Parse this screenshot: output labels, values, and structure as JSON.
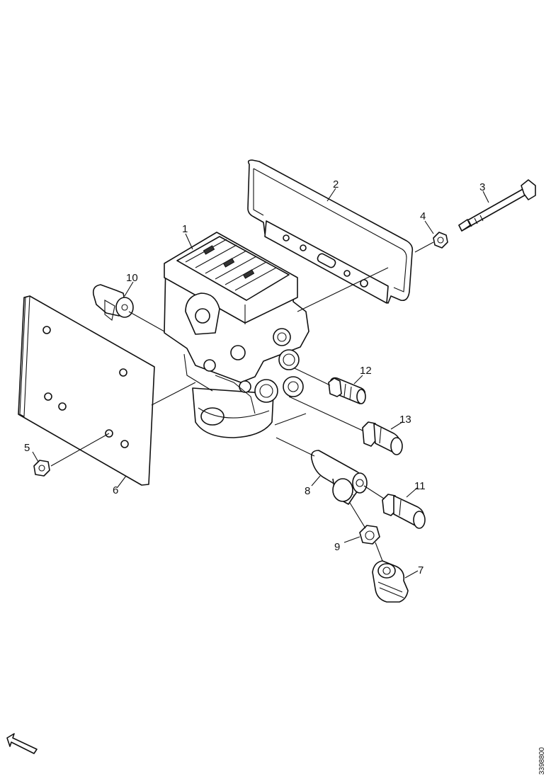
{
  "diagram": {
    "callouts": [
      {
        "id": "1",
        "text": "1"
      },
      {
        "id": "2",
        "text": "2"
      },
      {
        "id": "3",
        "text": "3"
      },
      {
        "id": "4",
        "text": "4"
      },
      {
        "id": "5",
        "text": "5"
      },
      {
        "id": "6",
        "text": "6"
      },
      {
        "id": "7",
        "text": "7"
      },
      {
        "id": "8",
        "text": "8"
      },
      {
        "id": "9",
        "text": "9"
      },
      {
        "id": "10",
        "text": "10"
      },
      {
        "id": "11",
        "text": "11"
      },
      {
        "id": "12",
        "text": "12"
      },
      {
        "id": "13",
        "text": "13"
      }
    ],
    "drawing_number": "3398800",
    "direction_icon": "forward-arrow-icon"
  }
}
